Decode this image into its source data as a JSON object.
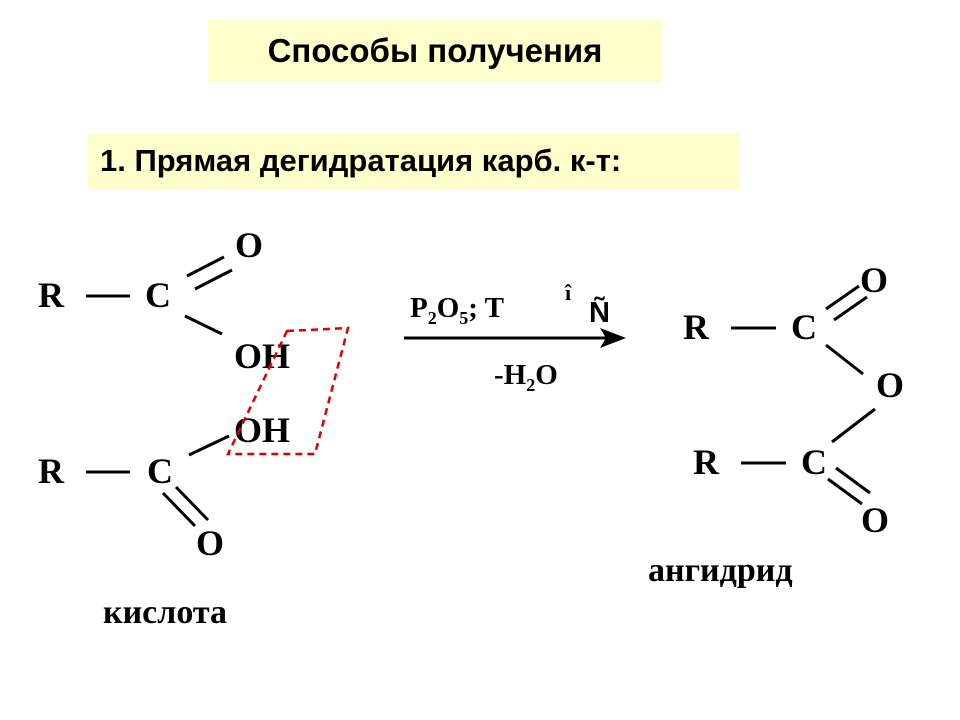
{
  "title": "Способы получения",
  "subtitle": "1. Прямая дегидратация карб. к-т:",
  "reactant": {
    "top_R": "R",
    "top_C": "C",
    "top_O": "O",
    "top_OH": "OH",
    "bottom_OH": "OH",
    "bottom_R": "R",
    "bottom_C": "C",
    "bottom_O": "O",
    "caption": "кислота"
  },
  "conditions": {
    "reagent_p": "P",
    "reagent_p_sub": "2",
    "reagent_o": "O",
    "reagent_o_sub": "5",
    "reagent_sep": "; T",
    "garble_1": "î",
    "garble_2": "Ñ",
    "byproduct_prefix": "-H",
    "byproduct_sub": "2",
    "byproduct_suffix": "O"
  },
  "product": {
    "top_R": "R",
    "top_C": "C",
    "top_O": "O",
    "bridge_O": "O",
    "bottom_R": "R",
    "bottom_C": "C",
    "bottom_O": "O",
    "caption": "ангидрид"
  },
  "colors": {
    "highlight_box": "#ffffcc",
    "water_removal_outline": "#dd0000",
    "text": "#000000"
  }
}
